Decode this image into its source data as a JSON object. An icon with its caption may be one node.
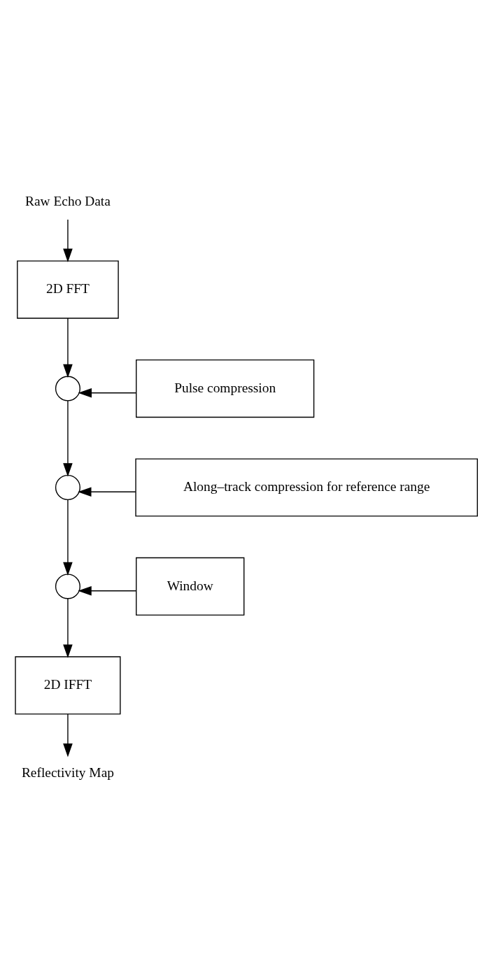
{
  "diagram": {
    "nodes": [
      {
        "text": [
          "Raw Echo Data"
        ]
      },
      {
        "text": [
          "2D FFT"
        ]
      },
      {
        "text": [],
        "shape": "circle"
      },
      {
        "text": [
          "Pulse compression"
        ]
      },
      {
        "text": [],
        "shape": "circle"
      },
      {
        "text": [
          "Along–track compression for reference range"
        ]
      },
      {
        "text": [],
        "shape": "circle"
      },
      {
        "text": [
          "Window"
        ]
      },
      {
        "text": [
          "2D IFFT"
        ]
      },
      {
        "text": [
          "Reflectivity Map"
        ]
      }
    ],
    "edges": [
      {
        "from": 0,
        "to": 1,
        "arrow": "to"
      },
      {
        "from": 1,
        "to": 2,
        "arrow": "to"
      },
      {
        "from": 3,
        "to": 2,
        "arrow": "to"
      },
      {
        "from": 2,
        "to": 4,
        "arrow": "to"
      },
      {
        "from": 5,
        "to": 4,
        "arrow": "to"
      },
      {
        "from": 4,
        "to": 6,
        "arrow": "to"
      },
      {
        "from": 7,
        "to": 6,
        "arrow": "to"
      },
      {
        "from": 6,
        "to": 8,
        "arrow": "to"
      },
      {
        "from": 8,
        "to": 9,
        "arrow": "to"
      }
    ]
  }
}
